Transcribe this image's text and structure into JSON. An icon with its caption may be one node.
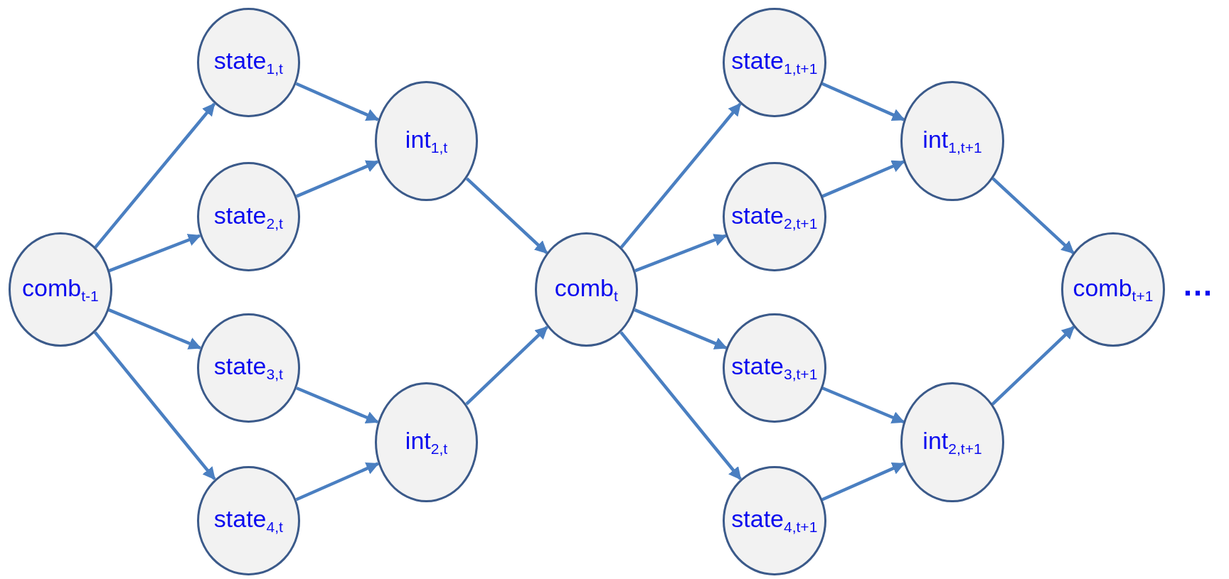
{
  "diagram": {
    "nodes": [
      {
        "text": [
          "comb$_{t-1}$"
        ]
      },
      {
        "text": [
          "state$_{1,t}$"
        ]
      },
      {
        "text": [
          "state$_{2,t}$"
        ]
      },
      {
        "text": [
          "state$_{3,t}$"
        ]
      },
      {
        "text": [
          "state$_{4,t}$"
        ]
      },
      {
        "text": [
          "int$_{1,t}$"
        ]
      },
      {
        "text": [
          "int$_{2,t}$"
        ]
      },
      {
        "text": [
          "comb$_{t}$"
        ]
      },
      {
        "text": [
          "state$_{1,t+1}$"
        ]
      },
      {
        "text": [
          "state$_{2,t+1}$"
        ]
      },
      {
        "text": [
          "state$_{3,t+1}$"
        ]
      },
      {
        "text": [
          "state$_{4,t+1}$"
        ]
      },
      {
        "text": [
          "int$_{1,t+1}$"
        ]
      },
      {
        "text": [
          "int$_{2,t+1}$"
        ]
      },
      {
        "text": [
          "comb$_{t+1}$"
        ]
      }
    ],
    "edges": [
      {
        "from": 0,
        "to": 1,
        "arrow": "to"
      },
      {
        "from": 0,
        "to": 2,
        "arrow": "to"
      },
      {
        "from": 0,
        "to": 3,
        "arrow": "to"
      },
      {
        "from": 0,
        "to": 4,
        "arrow": "to"
      },
      {
        "from": 1,
        "to": 5,
        "arrow": "to"
      },
      {
        "from": 2,
        "to": 5,
        "arrow": "to"
      },
      {
        "from": 3,
        "to": 6,
        "arrow": "to"
      },
      {
        "from": 4,
        "to": 6,
        "arrow": "to"
      },
      {
        "from": 5,
        "to": 7,
        "arrow": "to"
      },
      {
        "from": 6,
        "to": 7,
        "arrow": "to"
      },
      {
        "from": 7,
        "to": 8,
        "arrow": "to"
      },
      {
        "from": 7,
        "to": 9,
        "arrow": "to"
      },
      {
        "from": 7,
        "to": 10,
        "arrow": "to"
      },
      {
        "from": 7,
        "to": 11,
        "arrow": "to"
      },
      {
        "from": 8,
        "to": 12,
        "arrow": "to"
      },
      {
        "from": 9,
        "to": 12,
        "arrow": "to"
      },
      {
        "from": 10,
        "to": 13,
        "arrow": "to"
      },
      {
        "from": 11,
        "to": 13,
        "arrow": "to"
      },
      {
        "from": 12,
        "to": 14,
        "arrow": "to"
      },
      {
        "from": 13,
        "to": 14,
        "arrow": "to"
      }
    ],
    "labels": [
      "…"
    ]
  }
}
